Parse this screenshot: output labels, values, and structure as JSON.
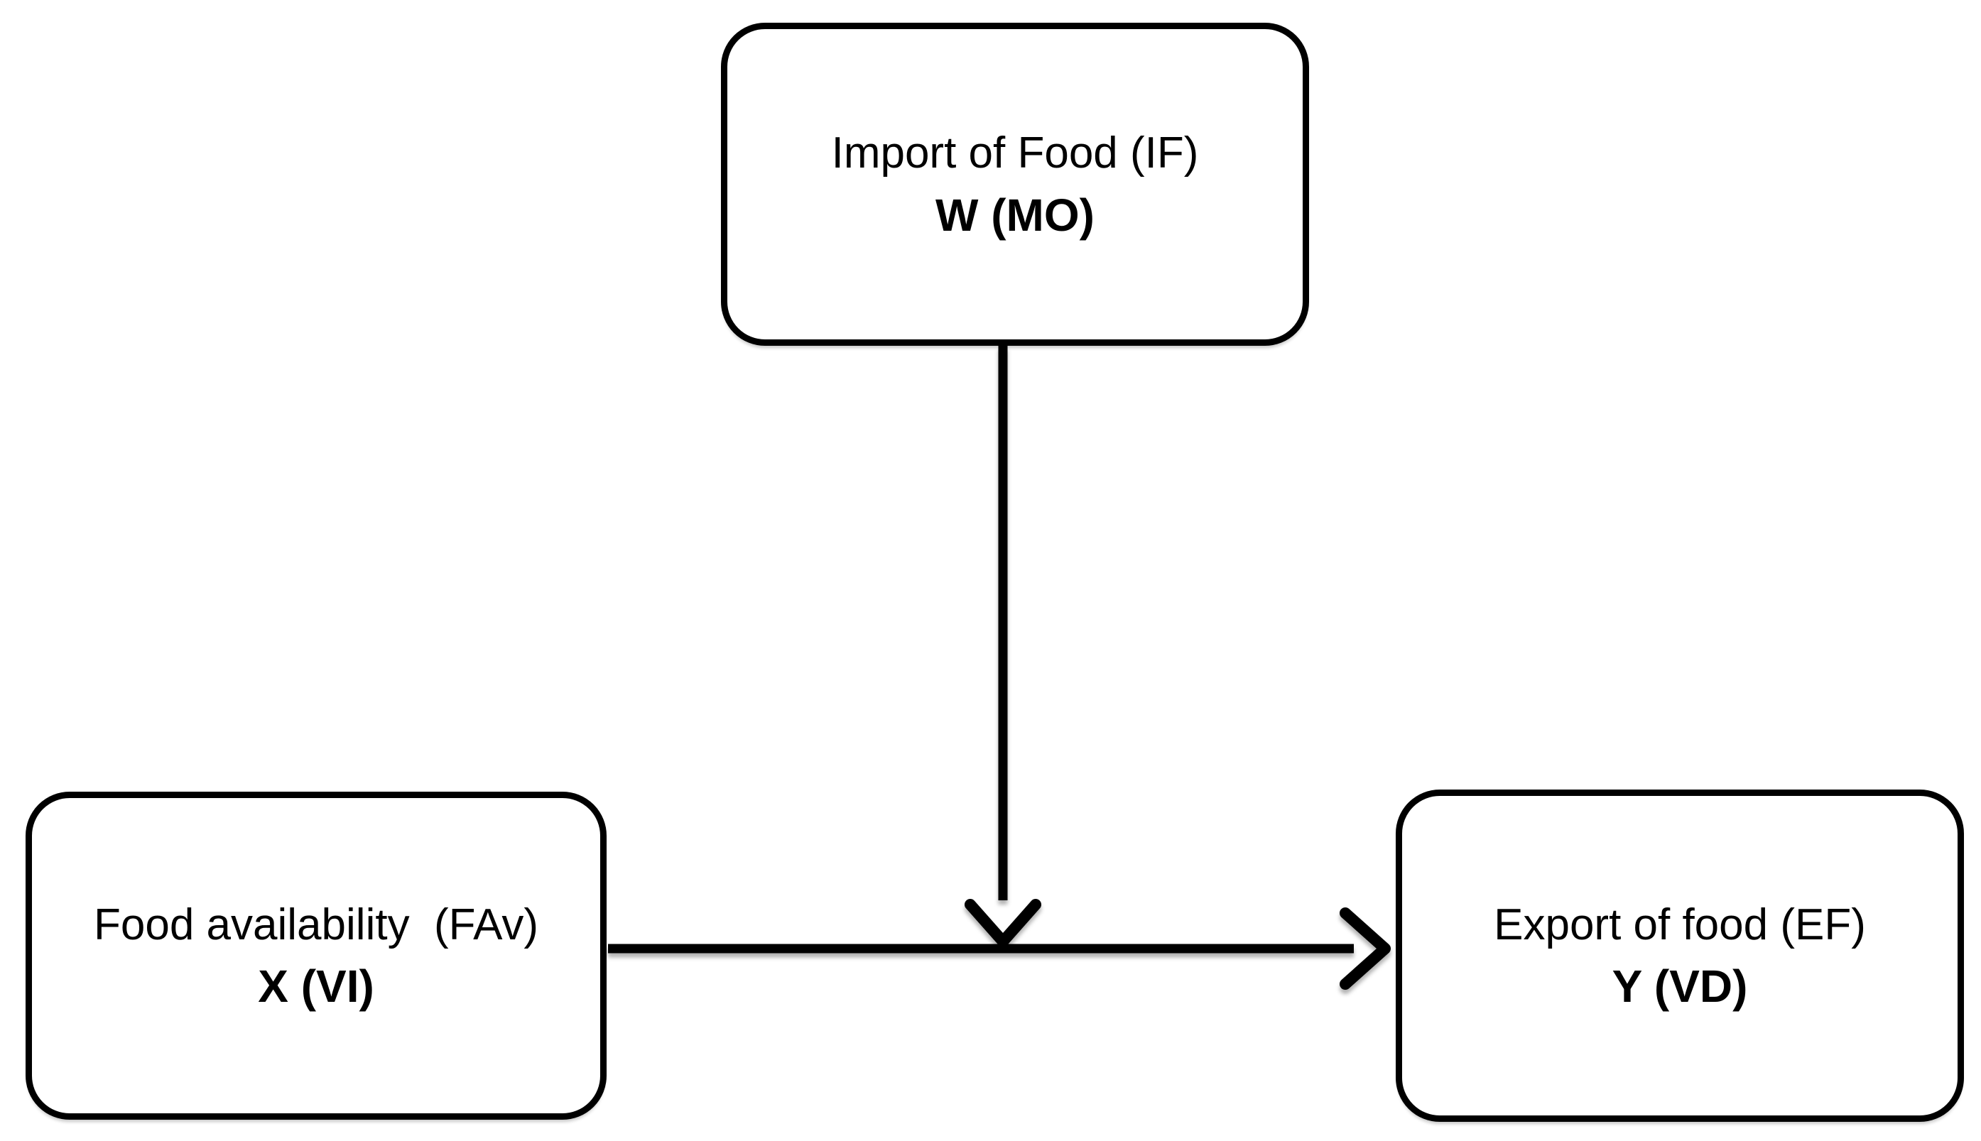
{
  "colors": {
    "line": "#000000",
    "text": "#000000",
    "node_fill": "#ffffff",
    "background": "#ffffff"
  },
  "nodes": {
    "moderator": {
      "title": "Import of Food (IF)",
      "code": "W (MO)"
    },
    "independent": {
      "title": "Food availability  (FAv)",
      "code": "X (VI)"
    },
    "dependent": {
      "title": "Export of food (EF)",
      "code": "Y (VD)"
    }
  },
  "arrows": [
    {
      "name": "x-to-y-arrow",
      "from": "independent",
      "to": "dependent",
      "direction": "right"
    },
    {
      "name": "moderator-arrow",
      "from": "moderator",
      "to": "x-to-y-path",
      "direction": "down"
    }
  ]
}
